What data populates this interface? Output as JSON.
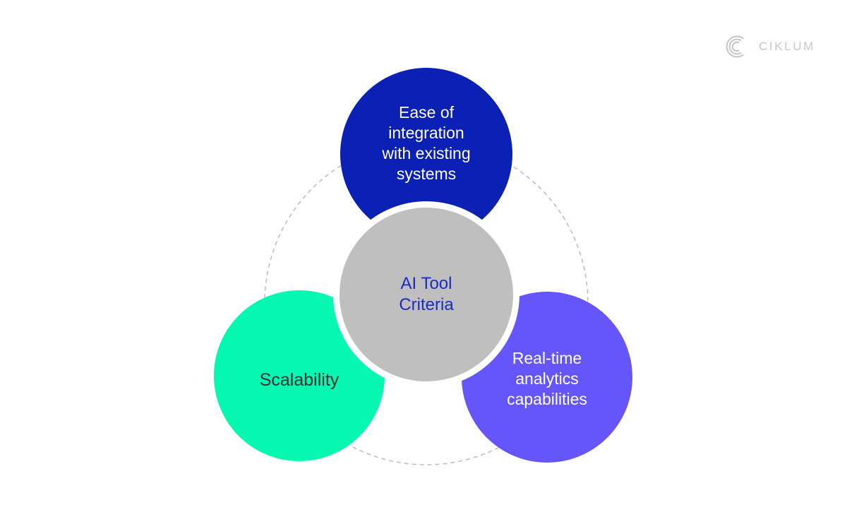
{
  "logo": {
    "text": "CIKLUM",
    "mark_color": "#c7c7c7",
    "text_color": "#c9c9c9"
  },
  "colors": {
    "background": "#ffffff",
    "dashed_ring": "#bcbcbc",
    "top_circle": "#0b20b4",
    "left_circle": "#05f8b1",
    "right_circle": "#6456fa",
    "center_circle": "#bfbfbf",
    "top_text": "#ffffff",
    "left_text": "#323232",
    "right_text": "#ffffff",
    "center_text": "#1b2cc0"
  },
  "diagram": {
    "center_circle": {
      "lines": [
        "AI Tool",
        "Criteria"
      ]
    },
    "top_circle": {
      "lines": [
        "Ease of",
        "integration",
        "with existing",
        "systems"
      ]
    },
    "left_circle": {
      "lines": [
        "Scalability"
      ]
    },
    "right_circle": {
      "lines": [
        "Real-time",
        "analytics",
        "capabilities"
      ]
    }
  }
}
